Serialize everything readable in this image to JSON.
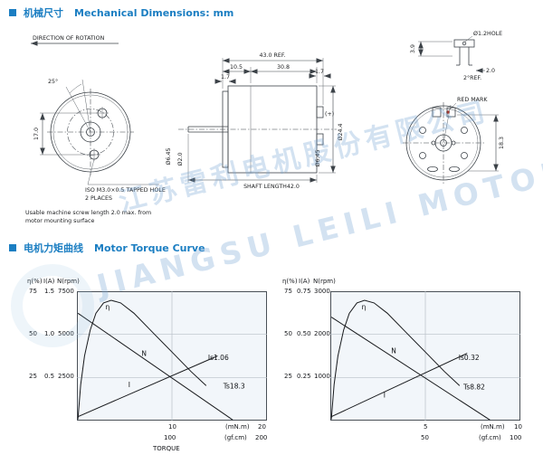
{
  "watermark": {
    "cn": "江苏雷利电机股份有限公司",
    "en": "JIANGSU LEILI MOTOR"
  },
  "sections": {
    "mech_cn": "机械尺寸",
    "mech_en": "Mechanical Dimensions: mm",
    "torque_cn": "电机力矩曲线",
    "torque_en": "Motor Torque Curve"
  },
  "drawing": {
    "front": {
      "direction": "DIRECTION OF ROTATION",
      "angle": "25°",
      "dim_pitch": "17.0",
      "tapped1": "ISO M3.0×0.5 TAPPED HOLE",
      "tapped2": "2 PLACES",
      "note1": "Usable machine screw length 2.0 max. from",
      "note2": "motor mounting surface"
    },
    "side": {
      "overall": "43.0 REF.",
      "front_len": "10.5",
      "body_len": "30.8",
      "lip_front": "1.7",
      "lip_rear": "1.7",
      "boss_dia": "Ø6.45",
      "shaft_dia": "Ø2.0",
      "rear_boss_dia": "Ø6.45",
      "body_dia": "Ø24.4",
      "shaft_length": "SHAFT LENGTH42.0",
      "plus": "(+)"
    },
    "rear": {
      "hole": "Ø1.2HOLE",
      "tab_h": "3.9",
      "tab_w": "2.0",
      "ref_angle": "2°REF.",
      "red_mark": "RED MARK",
      "pitch": "18.3"
    }
  },
  "chart_data": [
    {
      "type": "line",
      "title": "",
      "y_headers": [
        "η(%)",
        "I(A)",
        "N(rpm)"
      ],
      "y_rows": [
        [
          "75",
          "1.5",
          "7500"
        ],
        [
          "50",
          "1.0",
          "5000"
        ],
        [
          "25",
          "0.5",
          "2500"
        ]
      ],
      "y_max": {
        "efficiency_pct": 75,
        "current_A": 1.5,
        "speed_rpm": 7500
      },
      "x_axis": {
        "mid_mnm": "10",
        "unit_mnm": "(mN.m)",
        "max_mnm": "20",
        "mid_gfcm": "100",
        "unit_gfcm": "(gf.cm)",
        "max_gfcm": "200",
        "label": "TORQUE",
        "range_mnm": [
          0,
          20
        ],
        "range_gfcm": [
          0,
          200
        ]
      },
      "stall": {
        "current_label": "Is1.06",
        "torque_label": "Ts18.3",
        "stall_current_A": 1.06,
        "stall_torque_mNm": 18.3
      },
      "grid": {
        "h": [
          0.3333,
          0.6667
        ],
        "v": [
          0.5
        ]
      },
      "series": [
        {
          "name": "eta",
          "points": [
            [
              0.005,
              0.99
            ],
            [
              0.02,
              0.72
            ],
            [
              0.04,
              0.5
            ],
            [
              0.07,
              0.3
            ],
            [
              0.1,
              0.17
            ],
            [
              0.14,
              0.09
            ],
            [
              0.18,
              0.07
            ],
            [
              0.23,
              0.09
            ],
            [
              0.3,
              0.17
            ],
            [
              0.4,
              0.32
            ],
            [
              0.5,
              0.47
            ],
            [
              0.6,
              0.62
            ],
            [
              0.68,
              0.73
            ]
          ]
        },
        {
          "name": "N",
          "points": [
            [
              0.005,
              0.17
            ],
            [
              0.82,
              0.995
            ]
          ]
        },
        {
          "name": "I",
          "points": [
            [
              0.005,
              0.97
            ],
            [
              0.74,
              0.5
            ]
          ]
        }
      ],
      "labels": [
        {
          "text": "η",
          "x": 0.15,
          "y": 0.14
        },
        {
          "text": "N",
          "x": 0.34,
          "y": 0.5
        },
        {
          "text": "I",
          "x": 0.27,
          "y": 0.74
        }
      ],
      "annotations": [
        {
          "text": "Is1.06",
          "x": 0.69,
          "y": 0.53
        },
        {
          "text": "Ts18.3",
          "x": 0.77,
          "y": 0.75
        }
      ]
    },
    {
      "type": "line",
      "title": "",
      "y_headers": [
        "η(%)",
        "I(A)",
        "N(rpm)"
      ],
      "y_rows": [
        [
          "75",
          "0.75",
          "3000"
        ],
        [
          "50",
          "0.50",
          "2000"
        ],
        [
          "25",
          "0.25",
          "1000"
        ]
      ],
      "y_max": {
        "efficiency_pct": 75,
        "current_A": 0.75,
        "speed_rpm": 3000
      },
      "x_axis": {
        "mid_mnm": "5",
        "unit_mnm": "(mN.m)",
        "max_mnm": "10",
        "mid_gfcm": "50",
        "unit_gfcm": "(gf.cm)",
        "max_gfcm": "100",
        "label": "",
        "range_mnm": [
          0,
          10
        ],
        "range_gfcm": [
          0,
          100
        ]
      },
      "stall": {
        "current_label": "Is0.32",
        "torque_label": "Ts8.82",
        "stall_current_A": 0.32,
        "stall_torque_mNm": 8.82
      },
      "grid": {
        "h": [
          0.3333,
          0.6667
        ],
        "v": [
          0.5
        ]
      },
      "series": [
        {
          "name": "eta",
          "points": [
            [
              0.005,
              0.99
            ],
            [
              0.02,
              0.72
            ],
            [
              0.04,
              0.5
            ],
            [
              0.07,
              0.3
            ],
            [
              0.1,
              0.17
            ],
            [
              0.14,
              0.09
            ],
            [
              0.18,
              0.07
            ],
            [
              0.23,
              0.09
            ],
            [
              0.3,
              0.17
            ],
            [
              0.4,
              0.32
            ],
            [
              0.5,
              0.47
            ],
            [
              0.6,
              0.62
            ],
            [
              0.68,
              0.73
            ]
          ]
        },
        {
          "name": "N",
          "points": [
            [
              0.005,
              0.2
            ],
            [
              0.84,
              0.995
            ]
          ]
        },
        {
          "name": "I",
          "points": [
            [
              0.005,
              0.97
            ],
            [
              0.72,
              0.48
            ]
          ]
        }
      ],
      "labels": [
        {
          "text": "η",
          "x": 0.165,
          "y": 0.14
        },
        {
          "text": "N",
          "x": 0.32,
          "y": 0.48
        },
        {
          "text": "I",
          "x": 0.28,
          "y": 0.82
        }
      ],
      "annotations": [
        {
          "text": "Is0.32",
          "x": 0.675,
          "y": 0.53
        },
        {
          "text": "Ts8.82",
          "x": 0.7,
          "y": 0.76
        }
      ]
    }
  ]
}
